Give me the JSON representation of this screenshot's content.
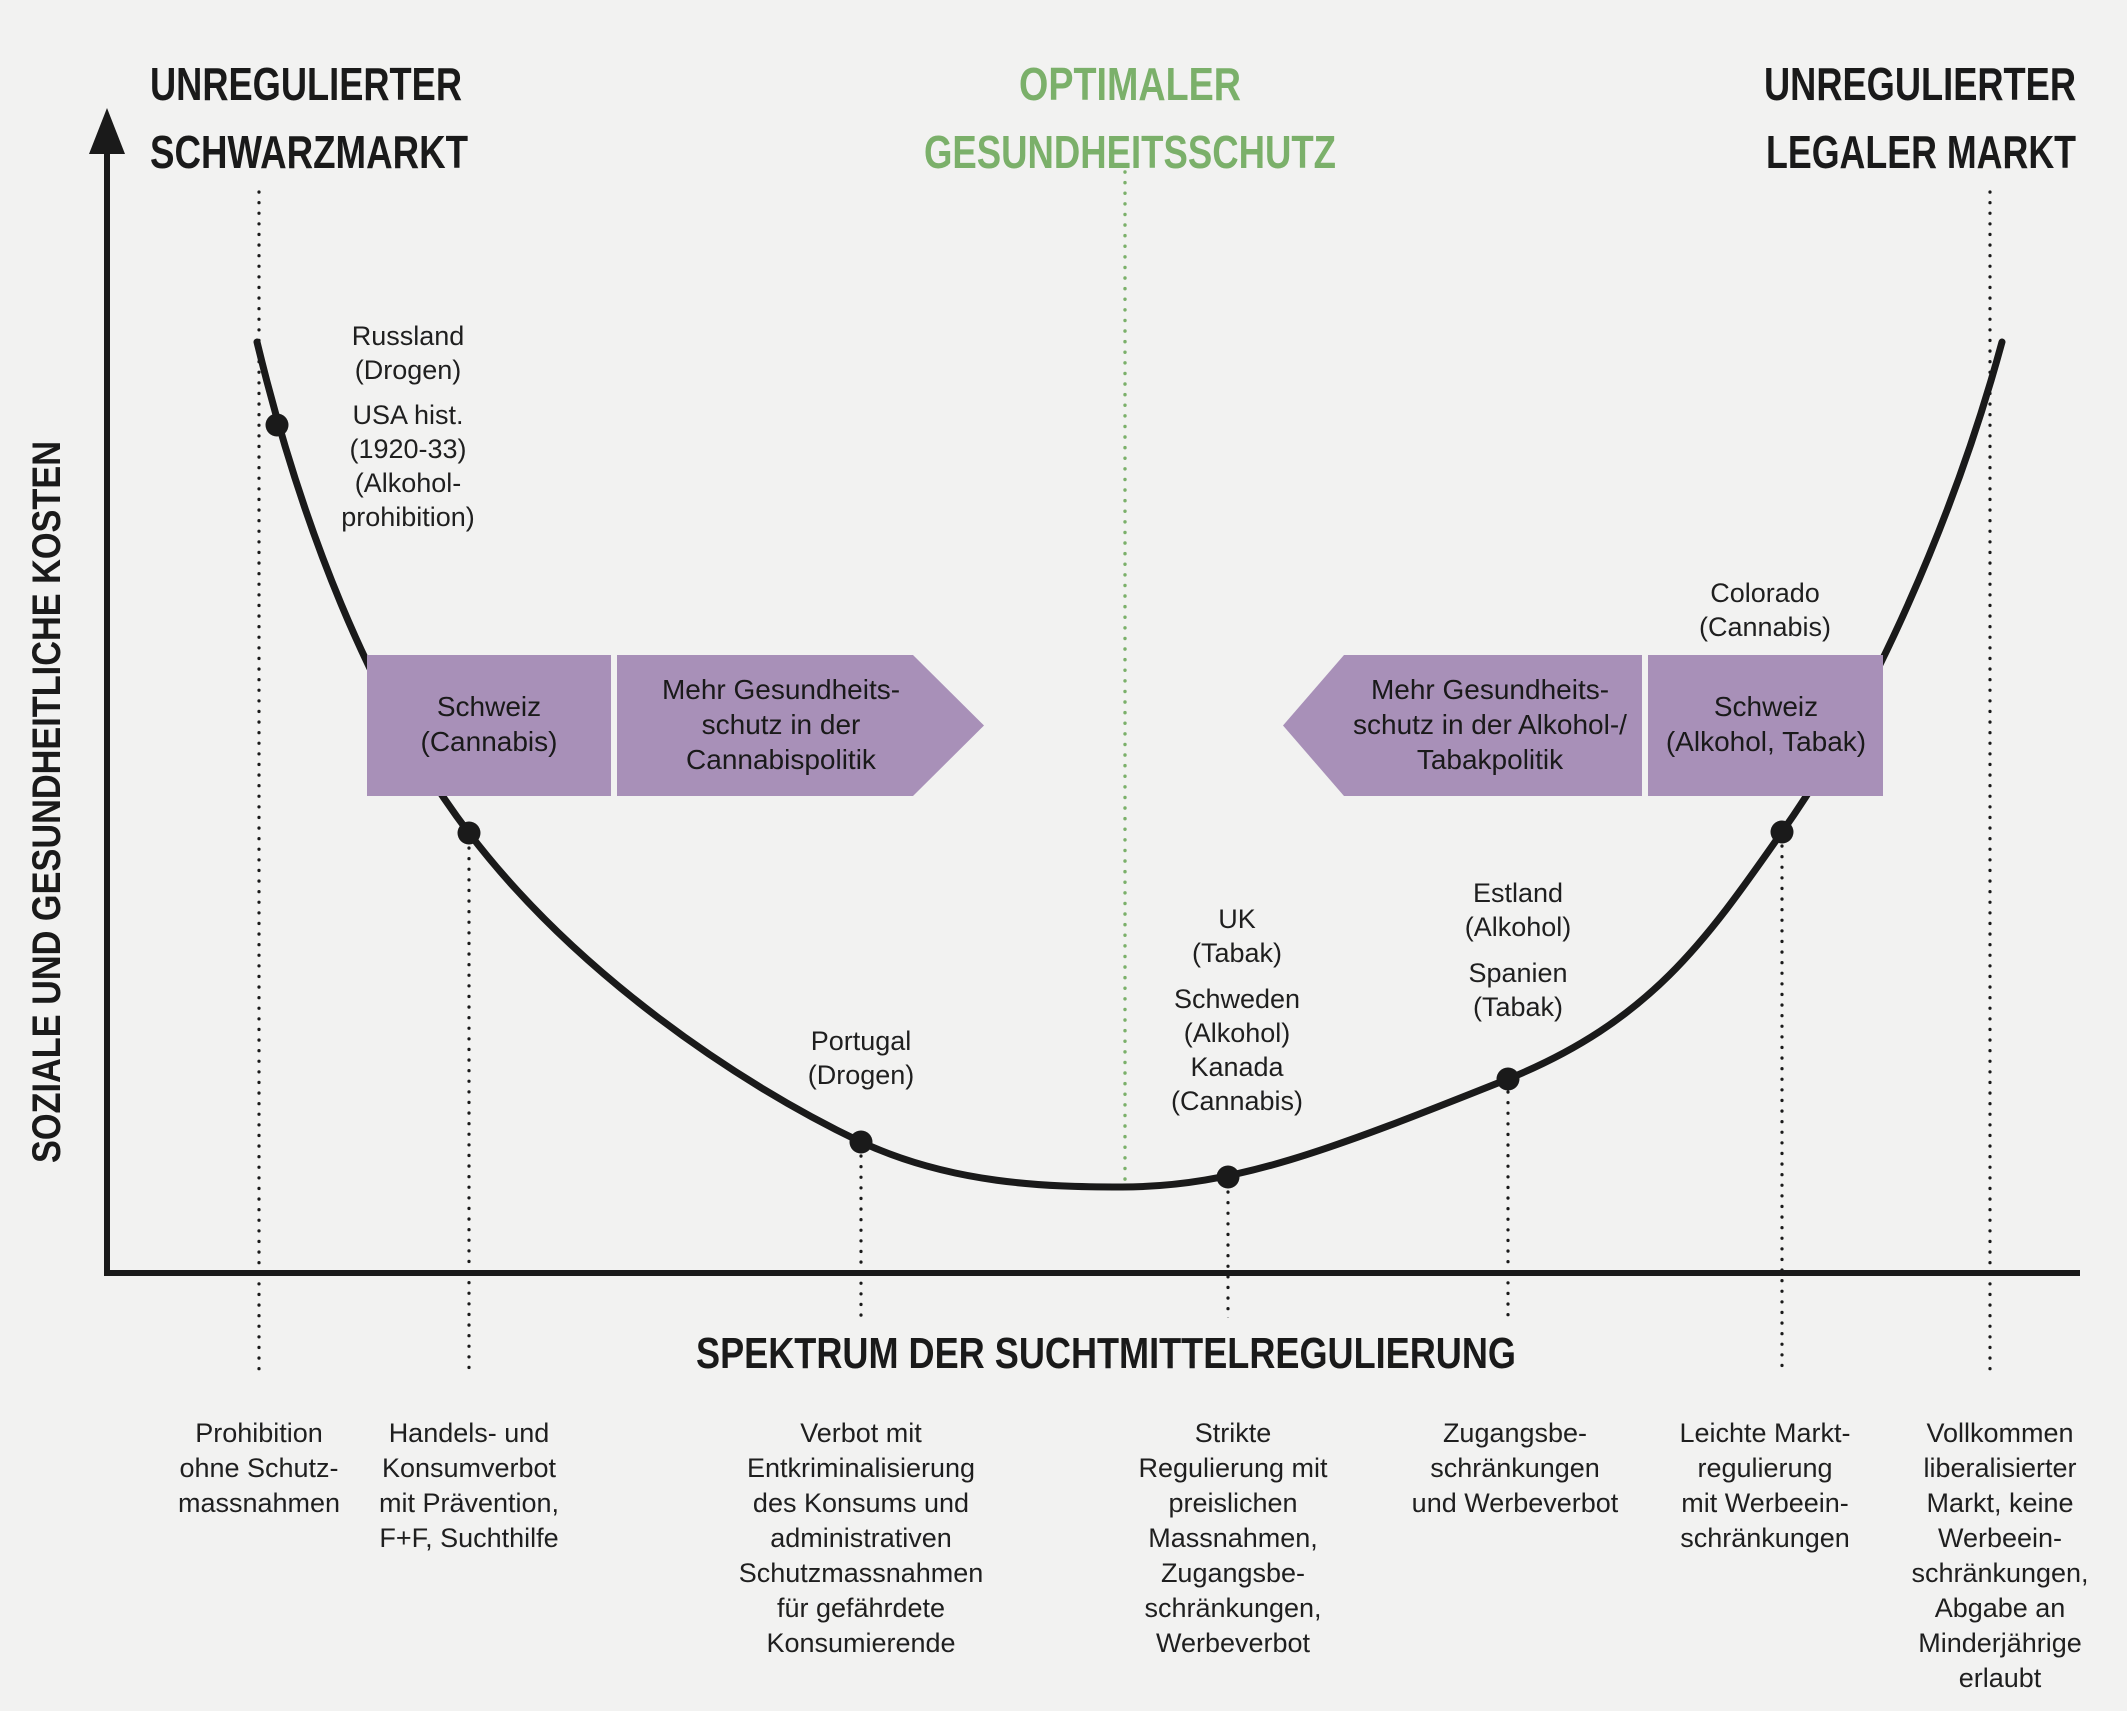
{
  "colors": {
    "background": "#f2f2f1",
    "ink": "#1a1a1a",
    "green": "#7bb06a",
    "purple": "#a890b8"
  },
  "titles": {
    "top_left": [
      "UNREGULIERTER",
      "SCHWARZMARKT"
    ],
    "top_center": [
      "OPTIMALER",
      "GESUNDHEITSSCHUTZ"
    ],
    "top_right": [
      "UNREGULIERTER",
      "LEGALER MARKT"
    ],
    "y_axis": "SOZIALE UND GESUNDHEITLICHE KOSTEN",
    "x_axis": "SPEKTRUM DER SUCHTMITTELREGULIERUNG"
  },
  "arrows": {
    "left_box": [
      "Schweiz",
      "(Cannabis)"
    ],
    "left_arrow": [
      "Mehr Gesundheits-",
      "schutz in der",
      "Cannabispolitik"
    ],
    "right_arrow": [
      "Mehr Gesundheits-",
      "schutz in der Alkohol-/",
      "Tabakpolitik"
    ],
    "right_box": [
      "Schweiz",
      "(Alkohol, Tabak)"
    ]
  },
  "annotations": {
    "russland": [
      "Russland",
      "(Drogen)"
    ],
    "usa": [
      "USA hist.",
      "(1920-33)",
      "(Alkohol-",
      "prohibition)"
    ],
    "colorado": [
      "Colorado",
      "(Cannabis)"
    ],
    "portugal": [
      "Portugal",
      "(Drogen)"
    ],
    "center_group": [
      "UK",
      "(Tabak)",
      "Schweden",
      "(Alkohol)",
      "Kanada",
      "(Cannabis)"
    ],
    "right_group": [
      "Estland",
      "(Alkohol)",
      "Spanien",
      "(Tabak)"
    ]
  },
  "bottom_labels": [
    {
      "lines": [
        "Prohibition",
        "ohne Schutz-",
        "massnahmen"
      ]
    },
    {
      "lines": [
        "Handels- und",
        "Konsumverbot",
        "mit Prävention,",
        "F+F, Suchthilfe"
      ]
    },
    {
      "lines": [
        "Verbot mit",
        "Entkriminalisierung",
        "des Konsums und",
        "administrativen",
        "Schutzmassnahmen",
        "für gefährdete",
        "Konsumierende"
      ]
    },
    {
      "lines": [
        "Strikte",
        "Regulierung mit",
        "preislichen",
        "Massnahmen,",
        "Zugangsbe-",
        "schränkungen,",
        "Werbeverbot"
      ]
    },
    {
      "lines": [
        "Zugangsbe-",
        "schränkungen",
        "und Werbeverbot"
      ]
    },
    {
      "lines": [
        "Leichte Markt-",
        "regulierung",
        "mit Werbeein-",
        "schränkungen"
      ]
    },
    {
      "lines": [
        "Vollkommen",
        "liberalisierter",
        "Markt, keine",
        "Werbeein-",
        "schränkungen,",
        "Abgabe an",
        "Minderjährige",
        "erlaubt"
      ]
    }
  ]
}
